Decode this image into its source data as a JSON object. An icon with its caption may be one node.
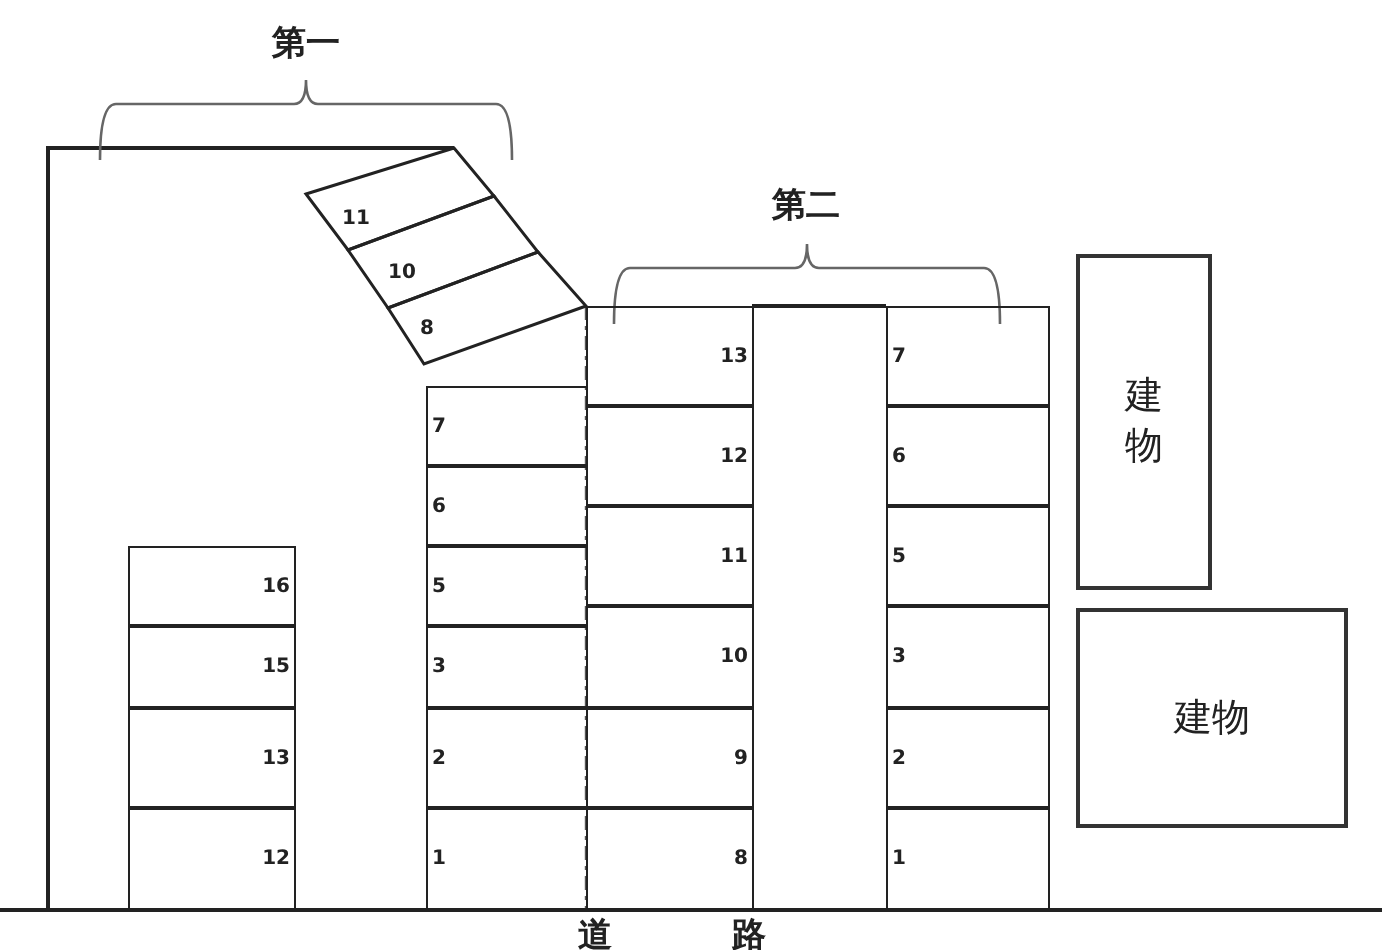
{
  "diagram": {
    "nodes": [
      {
        "text": [
          "11"
        ]
      },
      {
        "text": [
          "10"
        ]
      },
      {
        "text": [
          "8"
        ]
      },
      {
        "text": [
          "16"
        ]
      },
      {
        "text": [
          "15"
        ]
      },
      {
        "text": [
          "13"
        ]
      },
      {
        "text": [
          "12"
        ]
      },
      {
        "text": [
          "7"
        ]
      },
      {
        "text": [
          "6"
        ]
      },
      {
        "text": [
          "5"
        ]
      },
      {
        "text": [
          "3"
        ]
      },
      {
        "text": [
          "2"
        ]
      },
      {
        "text": [
          "1"
        ]
      },
      {
        "text": [
          "13"
        ]
      },
      {
        "text": [
          "12"
        ]
      },
      {
        "text": [
          "11"
        ]
      },
      {
        "text": [
          "10"
        ]
      },
      {
        "text": [
          "9"
        ]
      },
      {
        "text": [
          "8"
        ]
      },
      {
        "text": [
          "7"
        ]
      },
      {
        "text": [
          "6"
        ]
      },
      {
        "text": [
          "5"
        ]
      },
      {
        "text": [
          "3"
        ]
      },
      {
        "text": [
          "2"
        ]
      },
      {
        "text": [
          "1"
        ]
      },
      {
        "text": [
          "建物"
        ]
      },
      {
        "text": [
          "建物"
        ]
      }
    ],
    "labels": [
      "第一",
      "第二",
      "道路"
    ]
  }
}
